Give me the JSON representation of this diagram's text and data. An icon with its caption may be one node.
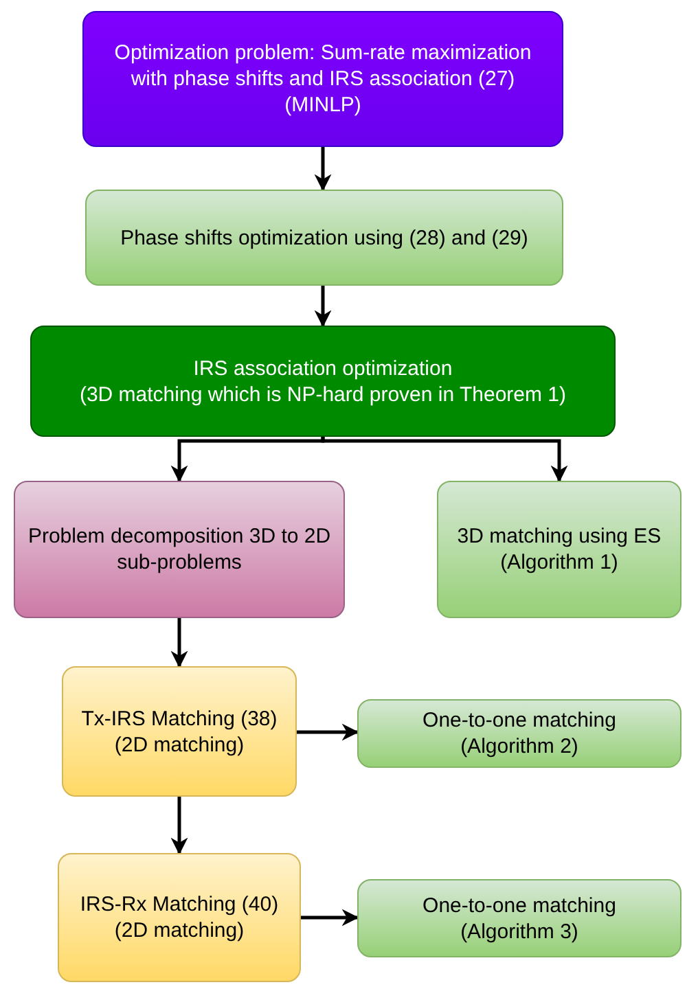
{
  "diagram": {
    "nodes": [
      {
        "text": [
          "Optimization problem: Sum-rate maximization with phase shifts and IRS association (27)",
          "(MINLP)"
        ]
      },
      {
        "text": [
          "Phase shifts optimization using (28) and (29)"
        ]
      },
      {
        "text": [
          "IRS association optimization",
          "(3D matching which is NP-hard proven in Theorem 1)"
        ]
      },
      {
        "text": [
          "Problem decomposition 3D to 2D sub-problems"
        ]
      },
      {
        "text": [
          "3D matching using ES",
          "(Algorithm 1)"
        ]
      },
      {
        "text": [
          "Tx-IRS Matching (38)",
          "(2D matching)"
        ]
      },
      {
        "text": [
          "One-to-one matching",
          "(Algorithm 2)"
        ]
      },
      {
        "text": [
          "IRS-Rx Matching (40)",
          "(2D matching)"
        ]
      },
      {
        "text": [
          "One-to-one matching",
          "(Algorithm 3)"
        ]
      }
    ],
    "edges": [
      {
        "from": 0,
        "to": 1,
        "arrow": "to"
      },
      {
        "from": 1,
        "to": 2,
        "arrow": "to"
      },
      {
        "from": 2,
        "to": 3,
        "arrow": "to"
      },
      {
        "from": 2,
        "to": 4,
        "arrow": "to"
      },
      {
        "from": 3,
        "to": 5,
        "arrow": "to"
      },
      {
        "from": 5,
        "to": 6,
        "arrow": "to"
      },
      {
        "from": 5,
        "to": 7,
        "arrow": "to"
      },
      {
        "from": 7,
        "to": 8,
        "arrow": "to"
      }
    ]
  }
}
